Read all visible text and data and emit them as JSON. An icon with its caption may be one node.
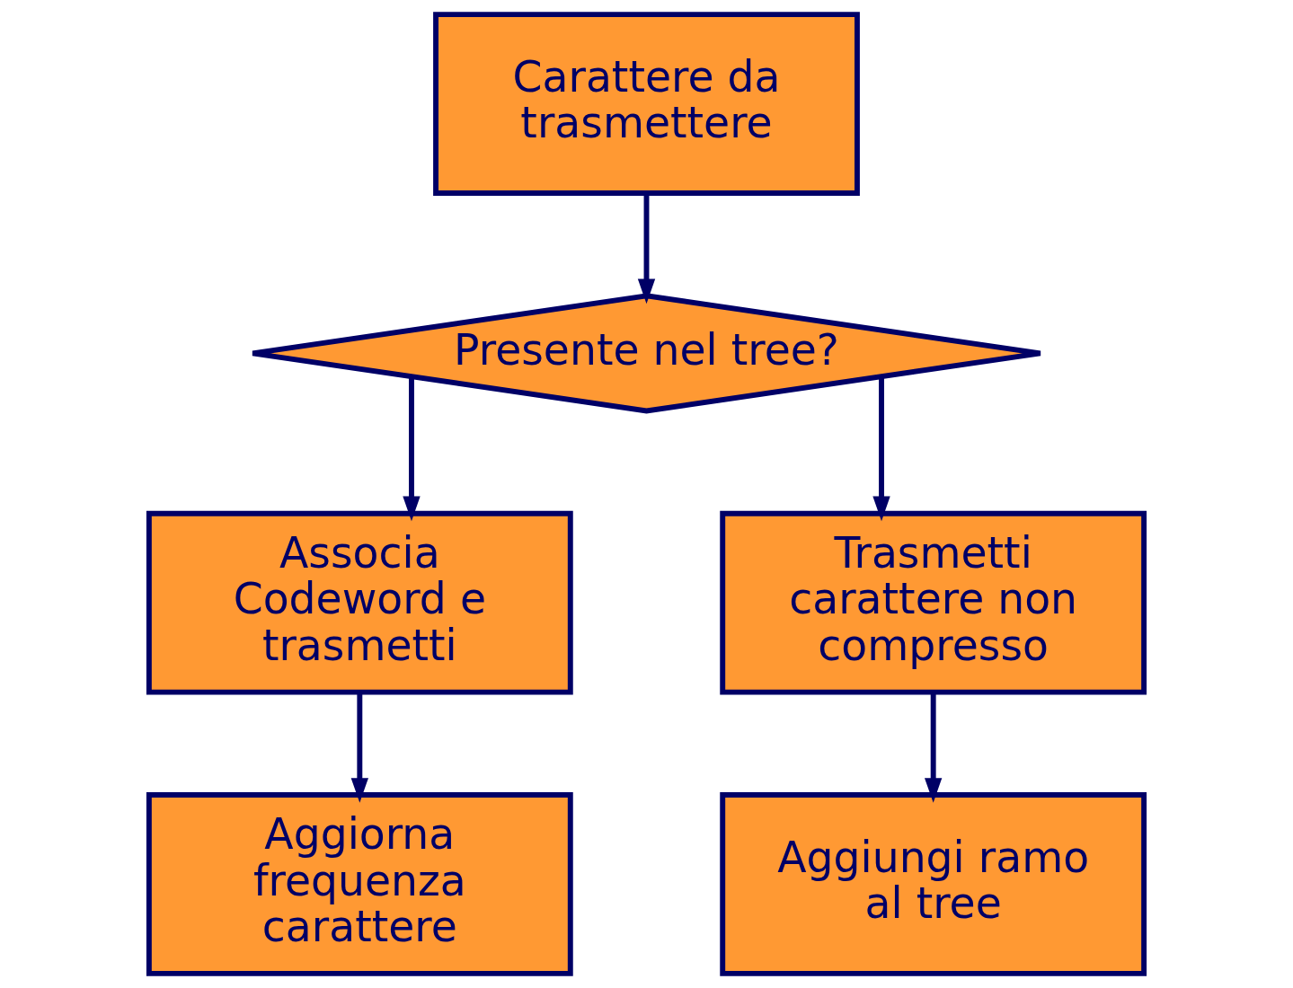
{
  "diagram": {
    "nodes": [
      {
        "text": [
          "Carattere da trasmettere"
        ]
      },
      {
        "text": [
          "Presente nel tree?"
        ]
      },
      {
        "text": [
          "Associa Codeword e trasmetti"
        ]
      },
      {
        "text": [
          "Aggiorna frequenza carattere"
        ]
      },
      {
        "text": [
          "Trasmetti carattere non compresso"
        ]
      },
      {
        "text": [
          "Aggiungi ramo al tree"
        ]
      }
    ],
    "edges": [
      {
        "from": 0,
        "to": 1,
        "arrow": "to"
      },
      {
        "from": 1,
        "to": 2,
        "arrow": "to"
      },
      {
        "from": 2,
        "to": 3,
        "arrow": "to"
      },
      {
        "from": 1,
        "to": 4,
        "arrow": "to"
      },
      {
        "from": 4,
        "to": 5,
        "arrow": "to"
      }
    ]
  }
}
